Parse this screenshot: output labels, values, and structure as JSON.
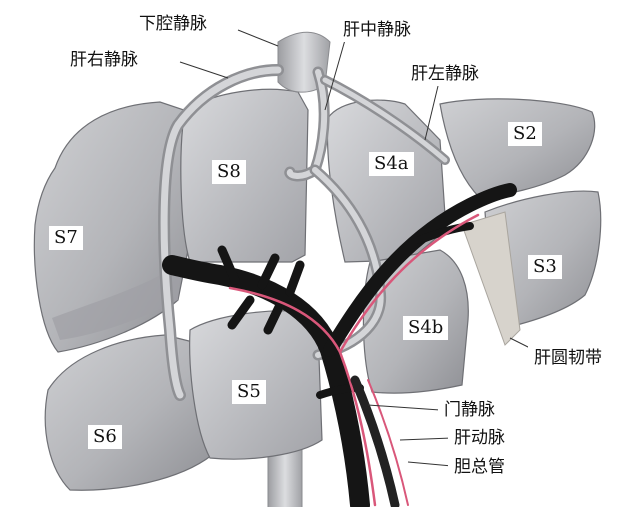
{
  "segments": {
    "s2": "S2",
    "s3": "S3",
    "s4a": "S4a",
    "s4b": "S4b",
    "s5": "S5",
    "s6": "S6",
    "s7": "S7",
    "s8": "S8"
  },
  "annotations": {
    "inferior_vena_cava": "下腔静脉",
    "middle_hepatic_vein": "肝中静脉",
    "right_hepatic_vein": "肝右静脉",
    "left_hepatic_vein": "肝左静脉",
    "round_ligament": "肝圆韧带",
    "portal_vein": "门静脉",
    "hepatic_artery": "肝动脉",
    "common_bile_duct": "胆总管"
  },
  "colors": {
    "liver": "#b8b9bd",
    "liver_dark": "#8d8e93",
    "vein": "#c7c8cc",
    "portal": "#151515",
    "artery": "#d9577a",
    "bile_duct": "#111111"
  }
}
